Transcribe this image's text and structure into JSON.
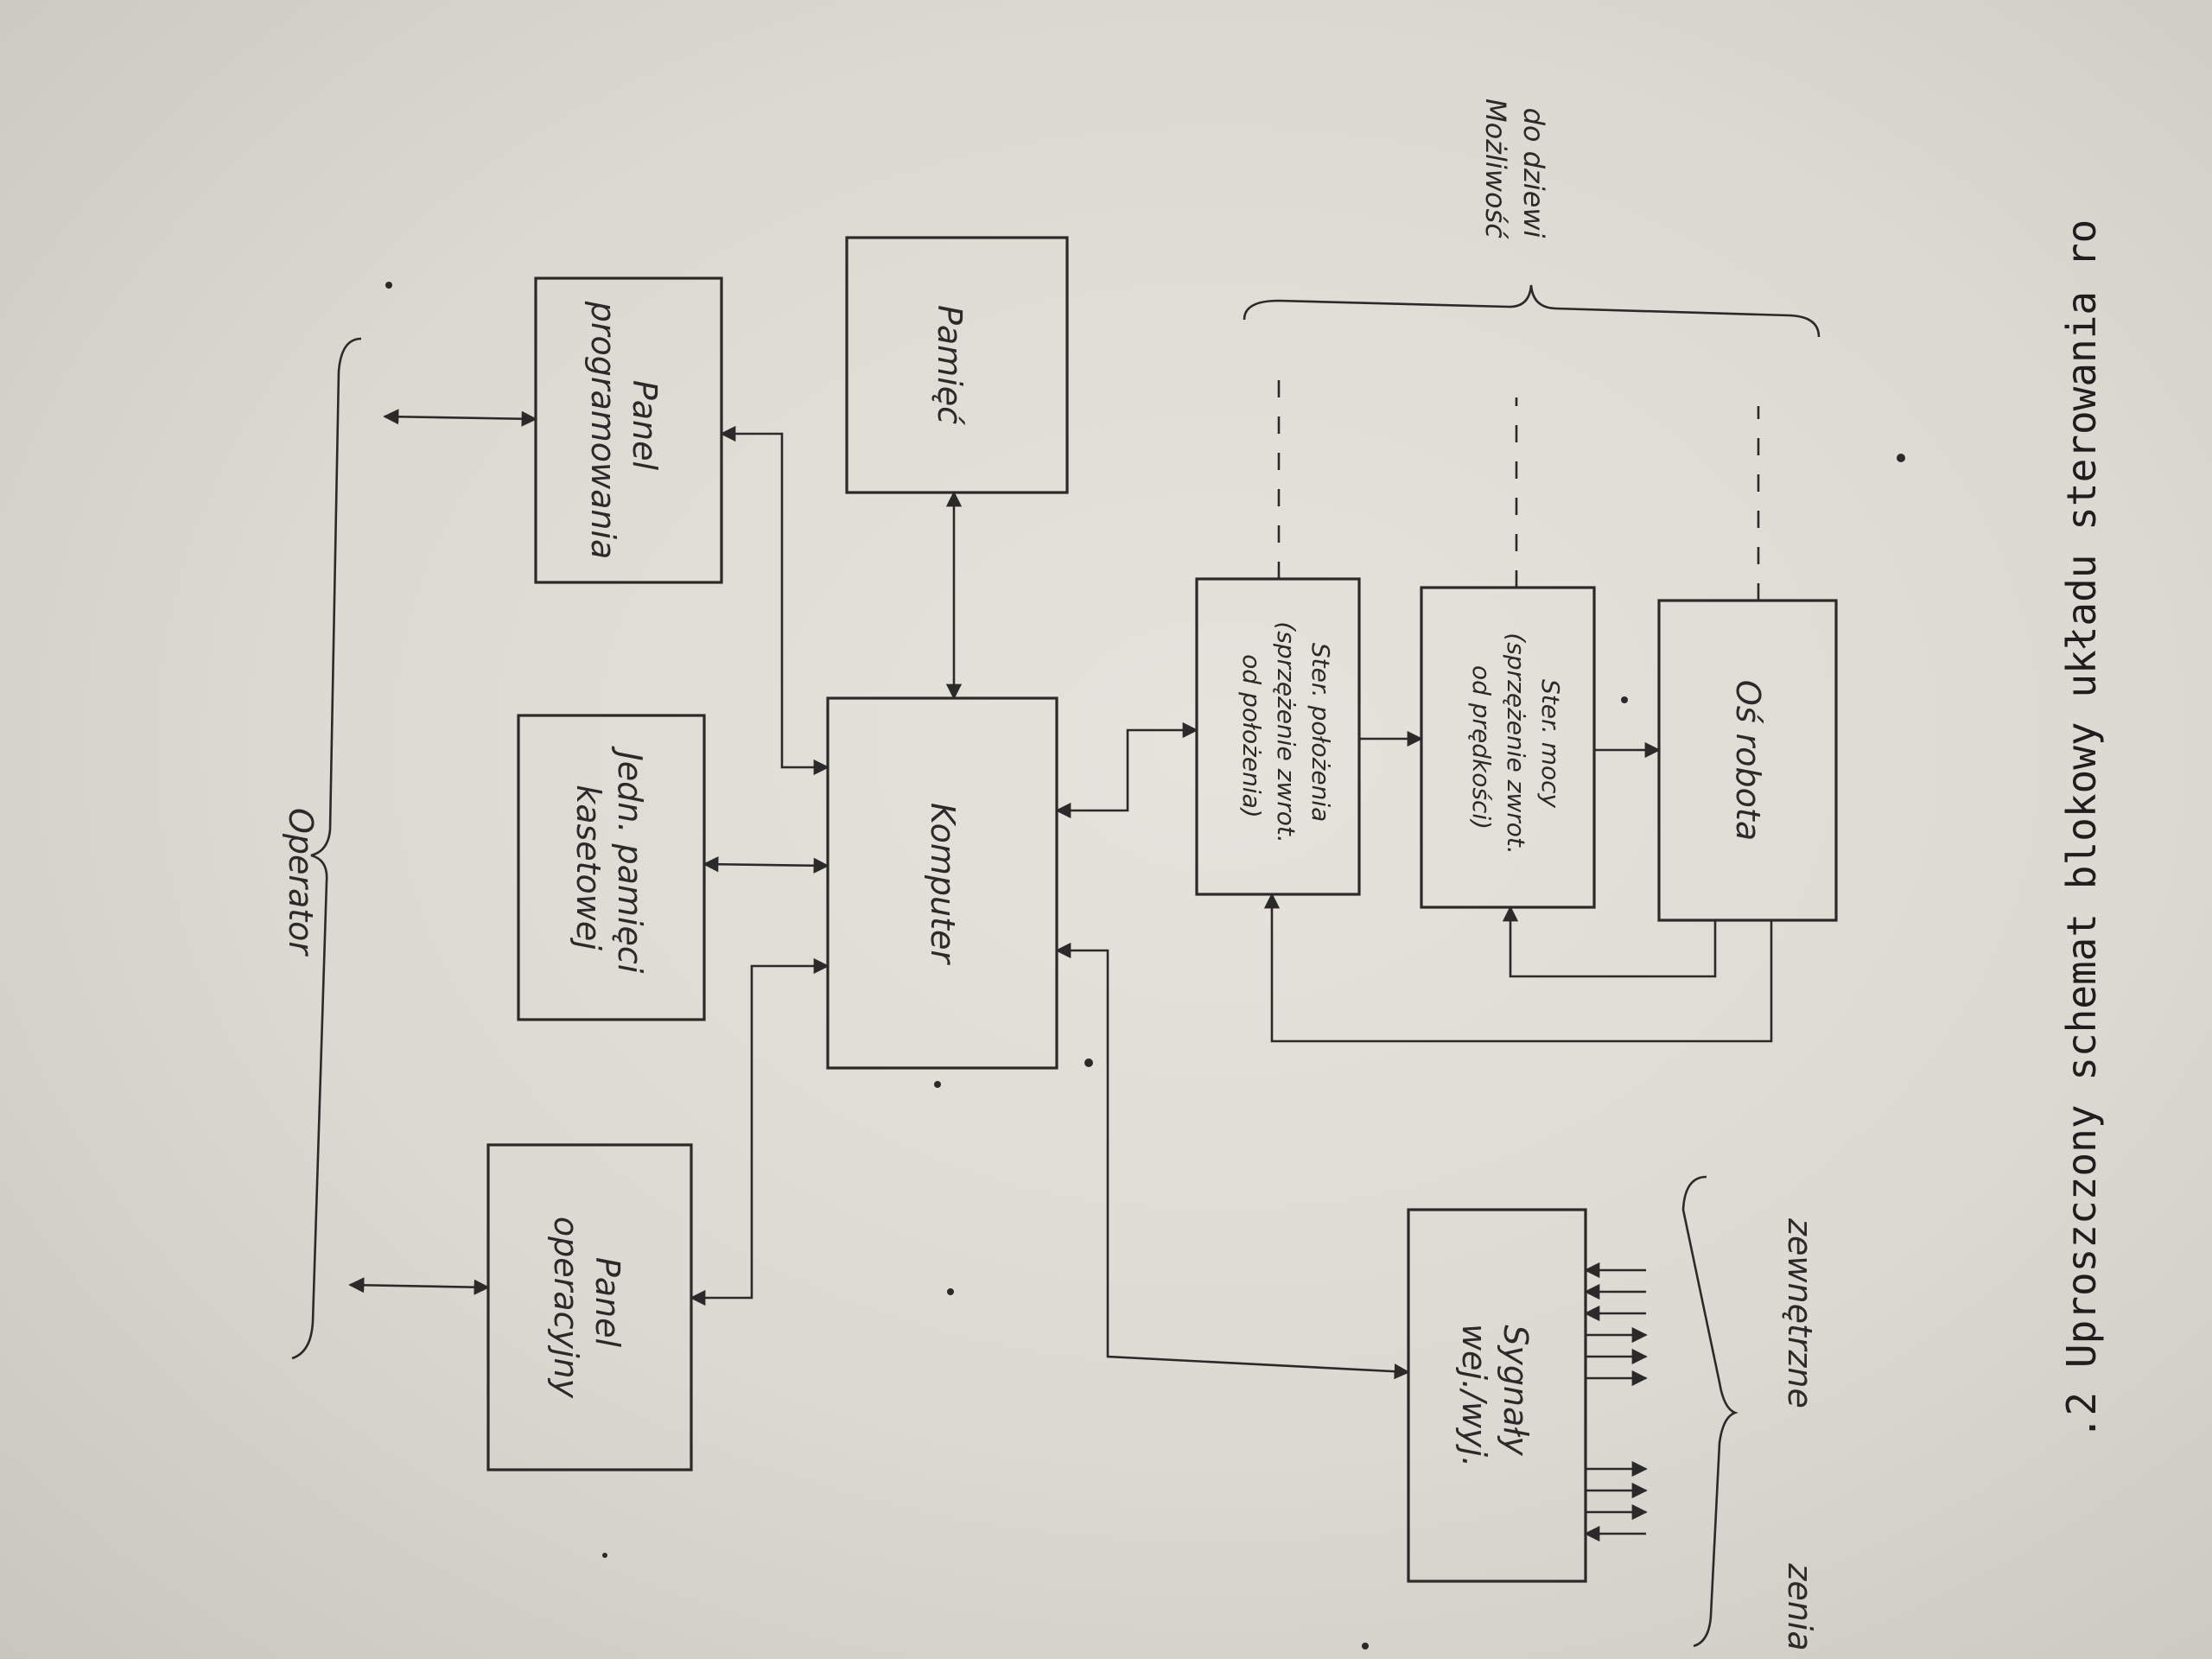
{
  "diagram": {
    "blocks": {
      "panel_programowania": [
        "Panel",
        "programowania"
      ],
      "pamiec": [
        "Pamięć"
      ],
      "jedn_pamieci": [
        "Jedn. pamięci",
        "kasetowej"
      ],
      "komputer": [
        "Komputer"
      ],
      "panel_operacyjny": [
        "Panel",
        "operacyjny"
      ],
      "ster_polozenia": [
        "Ster. położenia",
        "(sprzężenie zwrot.",
        "od położenia)"
      ],
      "ster_mocy": [
        "Ster. mocy",
        "(sprzężenie zwrot.",
        "od prędkości)"
      ],
      "os_robota": [
        "Oś robota"
      ],
      "sygnaly": [
        "Sygnały",
        "wej./wyj."
      ]
    },
    "labels": {
      "operator": "Operator",
      "mozliwosc": [
        "Możliwość",
        "do dziewi"
      ],
      "urzadzenia": [
        "zenia",
        "zewnętrzne"
      ]
    },
    "caption": ".2 Uproszczony schemat blokowy układu sterowania ro"
  }
}
